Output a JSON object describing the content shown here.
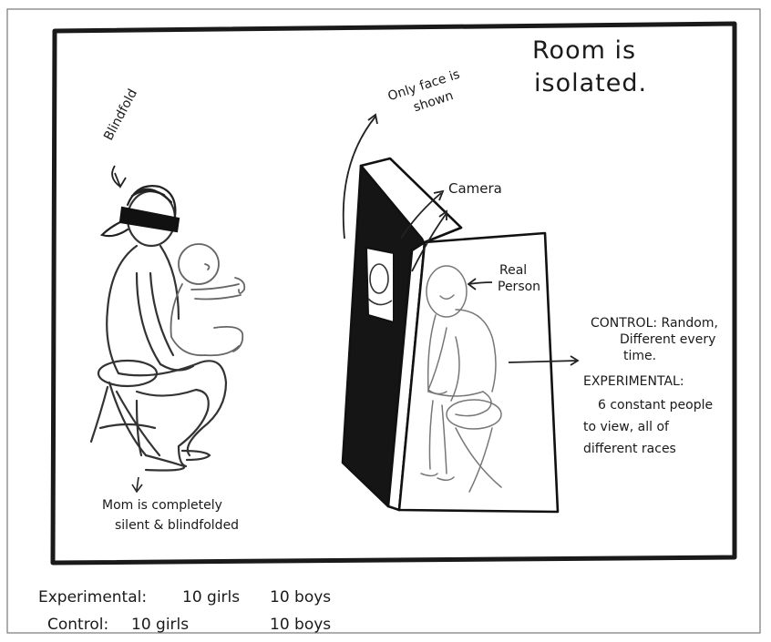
{
  "title": {
    "line1": "Room is",
    "line2": "isolated."
  },
  "labels": {
    "blindfold": "Blindfold",
    "only_face_1": "Only face is",
    "only_face_2": "shown",
    "camera": "Camera",
    "real_1": "Real",
    "real_2": "Person",
    "mom_1": "Mom is completely",
    "mom_2": "silent & blindfolded"
  },
  "conditions": {
    "control_1": "CONTROL: Random,",
    "control_2": "Different every",
    "control_3": "time.",
    "experimental_1": "EXPERIMENTAL:",
    "experimental_2": "6 constant people",
    "experimental_3": "to view, all of",
    "experimental_4": "different races"
  },
  "groups": {
    "experimental_label": "Experimental:",
    "experimental_girls": "10 girls",
    "experimental_boys": "10 boys",
    "control_label": "Control:",
    "control_girls": "10 girls",
    "control_boys": "10 boys"
  },
  "colors": {
    "ink": "#1a1a1a",
    "booth_dark": "#111111",
    "pencil": "#555555"
  }
}
